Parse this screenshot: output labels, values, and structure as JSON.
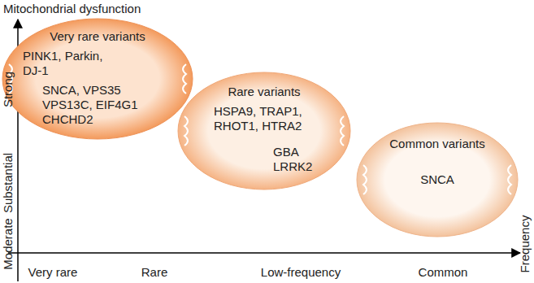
{
  "diagram": {
    "nodes": [
      {
        "text": [
          "Very rare variants",
          "PINK1, Parkin, DJ-1",
          "SNCA, VPS35 VPS13C, EIF4G1 CHCHD2"
        ]
      },
      {
        "text": [
          "Rare variants",
          "HSPA9, TRAP1, RHOT1, HTRA2",
          "GBA LRRK2"
        ]
      },
      {
        "text": [
          "Common variants",
          "SNCA"
        ]
      }
    ],
    "labels": [
      "Mitochondrial dysfunction",
      "Strong",
      "Substantial",
      "Moderate",
      "Very rare",
      "Rare",
      "Low-frequency",
      "Common",
      "Frequency"
    ]
  }
}
